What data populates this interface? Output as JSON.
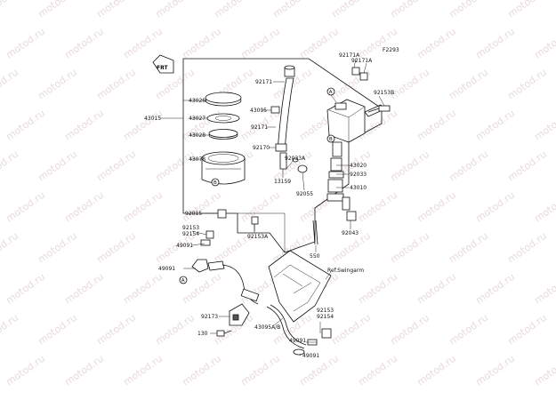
{
  "watermark": "motod.ru",
  "diagram_code": "F2293",
  "ref_text": "Ref.Swingarm",
  "labels": {
    "l92171A_a": "92171A",
    "l92171A_b": "92171A",
    "l92153B": "92153B",
    "l92171_top": "92171",
    "l43026": "43026",
    "l43027": "43027",
    "l43015": "43015",
    "l43095": "43095",
    "l92171_mid": "92171",
    "l43028": "43028",
    "l92170": "92170",
    "l43078": "43078",
    "l92033A": "92033A",
    "l13159": "13159",
    "l43020": "43020",
    "l92033": "92033",
    "l43010": "43010",
    "l92055": "92055",
    "l92015": "92015",
    "l92153A": "92153A",
    "l92153_a": "92153",
    "l92154_a": "92154",
    "l49091_a": "49091",
    "l49091_b": "49091",
    "l92043": "92043",
    "l550": "550",
    "l92173": "92173",
    "l130": "130",
    "l43095AB": "43095A/B",
    "l92153_b": "92153",
    "l92154_b": "92154",
    "l49091_c": "49091",
    "l49091_d": "49091"
  },
  "callouts": {
    "a1": "A",
    "a2": "A",
    "b1": "B",
    "b2": "B"
  }
}
